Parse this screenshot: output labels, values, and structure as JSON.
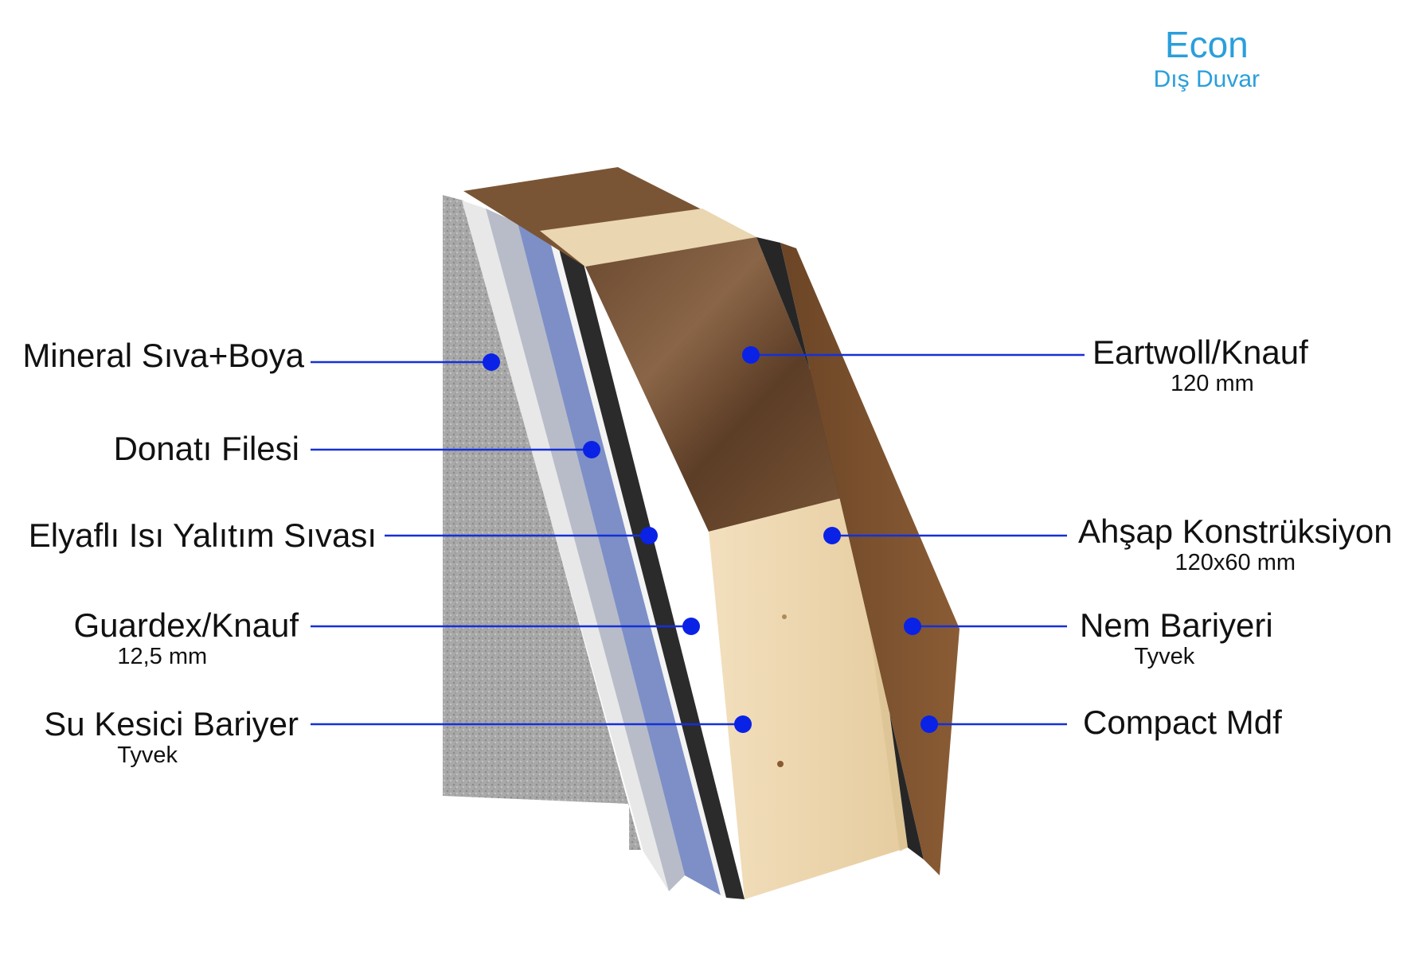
{
  "header": {
    "title": "Econ",
    "subtitle": "Dış Duvar"
  },
  "left_labels": [
    {
      "main": "Mineral Sıva+Boya",
      "sub": ""
    },
    {
      "main": "Donatı Filesi",
      "sub": ""
    },
    {
      "main": "Elyaflı Isı Yalıtım Sıvası",
      "sub": ""
    },
    {
      "main": "Guardex/Knauf",
      "sub": "12,5 mm"
    },
    {
      "main": "Su Kesici Bariyer",
      "sub": "Tyvek"
    }
  ],
  "right_labels": [
    {
      "main": "Eartwoll/Knauf",
      "sub": "120 mm"
    },
    {
      "main": "Ahşap Konstrüksiyon",
      "sub": "120x60 mm"
    },
    {
      "main": "Nem Bariyeri",
      "sub": "Tyvek"
    },
    {
      "main": "Compact Mdf",
      "sub": ""
    }
  ],
  "colors": {
    "accent": "#2a9fdb",
    "leader": "#1530d8",
    "dot": "#0a22e6"
  }
}
